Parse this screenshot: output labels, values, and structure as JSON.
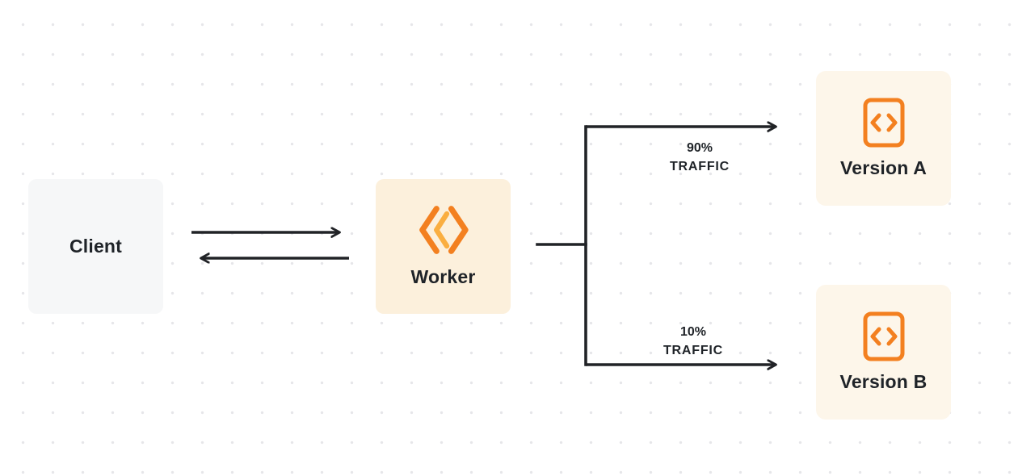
{
  "diagram": {
    "type": "traffic-split-flow",
    "nodes": {
      "client": {
        "label": "Client",
        "background": "#F6F7F8"
      },
      "worker": {
        "label": "Worker",
        "background": "#FCF0DC",
        "icon": "cloudflare-workers-logo"
      },
      "version_a": {
        "label": "Version A",
        "background": "#FDF6EA",
        "icon": "code-brackets"
      },
      "version_b": {
        "label": "Version B",
        "background": "#FDF6EA",
        "icon": "code-brackets"
      }
    },
    "edges": {
      "client_worker": {
        "style": "bidirectional-arrows"
      },
      "worker_split": {
        "style": "branch"
      },
      "top_branch": {
        "percent": "90%",
        "word": "TRAFFIC",
        "target": "Version A"
      },
      "bottom_branch": {
        "percent": "10%",
        "word": "TRAFFIC",
        "target": "Version B"
      }
    },
    "colors": {
      "orange": "#F38020",
      "orange_light": "#FAAE40",
      "arrow": "#212327",
      "text": "#1F2328",
      "dot_grid": "#E6E6E9",
      "canvas": "#FFFFFF"
    }
  }
}
